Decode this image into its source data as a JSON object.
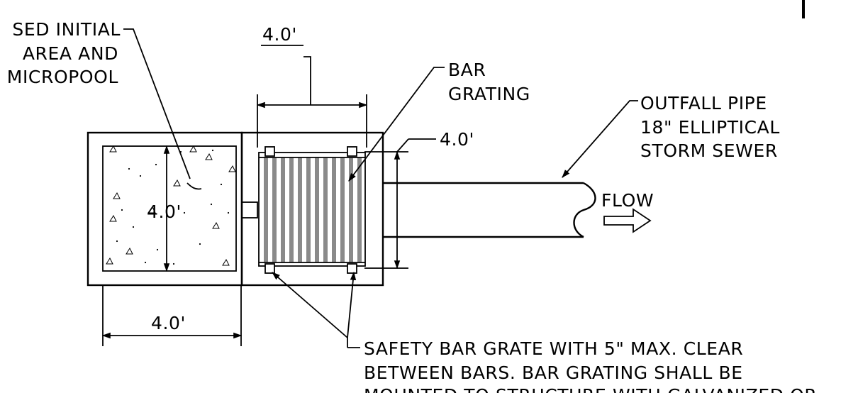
{
  "colors": {
    "structure_fill": "#d4d4d4",
    "micropool_fill": "#f2f2f2",
    "grating_bar": "#8a8a8a",
    "line": "#000000",
    "background": "#ffffff"
  },
  "labels": {
    "micropool_note": [
      "SED INITIAL",
      "AREA AND",
      "MICROPOOL"
    ],
    "bar_grating_note": [
      "BAR",
      "GRATING"
    ],
    "outfall_note": [
      "OUTFALL PIPE",
      "18\" ELLIPTICAL",
      "STORM SEWER"
    ],
    "flow_label": "FLOW",
    "safety_note": [
      "SAFETY BAR GRATE WITH 5\" MAX. CLEAR",
      "BETWEEN BARS. BAR GRATING SHALL BE",
      "MOUNTED TO STRUCTURE WITH GALVANIZED OR"
    ]
  },
  "dimensions": {
    "grate_width": "4.0'",
    "grate_height": "4.0'",
    "micropool_height": "4.0'",
    "micropool_width": "4.0'"
  },
  "icons": {
    "flow_arrow": "flow-arrow-icon",
    "pipe_break": "pipe-break-icon"
  }
}
